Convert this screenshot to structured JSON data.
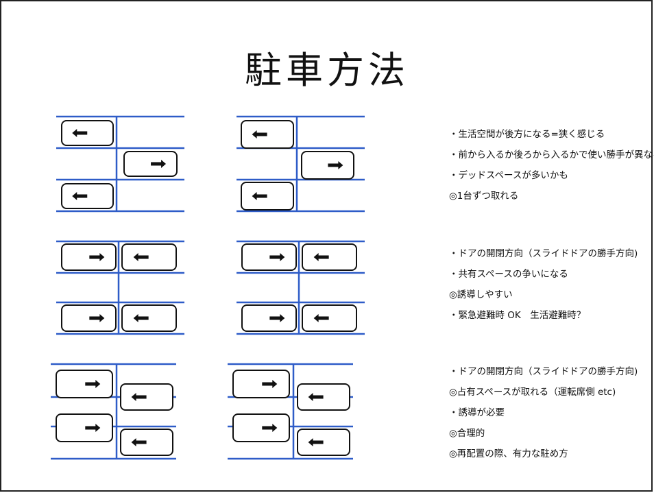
{
  "title": "駐車方法",
  "colors": {
    "lane": "#2e5cc8",
    "car_border": "#111111",
    "arrow": "#111111"
  },
  "diagrams": [
    {
      "row": 1,
      "label": "staggered-parking-left"
    },
    {
      "row": 1,
      "label": "staggered-parking-right"
    },
    {
      "row": 2,
      "label": "paired-parking-left"
    },
    {
      "row": 2,
      "label": "paired-parking-right"
    },
    {
      "row": 3,
      "label": "offset-paired-parking-left"
    },
    {
      "row": 3,
      "label": "offset-paired-parking-right"
    }
  ],
  "notes": [
    {
      "group": "staggered",
      "items": [
        "・生活空間が後方になる=狭く感じる",
        "・前から入るか後ろから入るかで使い勝手が異なる",
        "・デッドスペースが多いかも",
        "◎1台ずつ取れる"
      ]
    },
    {
      "group": "paired",
      "items": [
        "・ドアの開閉方向（スライドドアの勝手方向)",
        "・共有スペースの争いになる",
        "◎誘導しやすい",
        "・緊急避難時 OK　生活避難時？"
      ]
    },
    {
      "group": "offset-paired",
      "items": [
        "・ドアの開閉方向（スライドドアの勝手方向)",
        "◎占有スペースが取れる（運転席側 etc)",
        "・誘導が必要",
        "◎合理的",
        "◎再配置の際、有力な駐め方"
      ]
    }
  ]
}
